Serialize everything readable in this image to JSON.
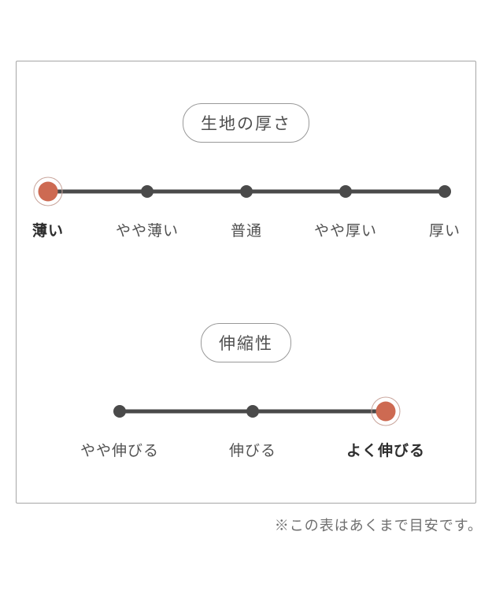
{
  "colors": {
    "accent": "#cd6a52",
    "accent_ring": "#c8a49b",
    "track": "#4a4a4a",
    "panel_border": "#a6a6a6",
    "pill_border": "#999999",
    "pill_text": "#4f4f4f",
    "label": "#515151",
    "label_selected": "#2e2e2e",
    "note": "#6f6f6f"
  },
  "scales": [
    {
      "id": "thickness",
      "title": "生地の厚さ",
      "options": [
        {
          "label": "薄い",
          "selected": true
        },
        {
          "label": "やや薄い",
          "selected": false
        },
        {
          "label": "普通",
          "selected": false
        },
        {
          "label": "やや厚い",
          "selected": false
        },
        {
          "label": "厚い",
          "selected": false
        }
      ]
    },
    {
      "id": "stretch",
      "title": "伸縮性",
      "options": [
        {
          "label": "やや伸びる",
          "selected": false
        },
        {
          "label": "伸びる",
          "selected": false
        },
        {
          "label": "よく伸びる",
          "selected": true
        }
      ]
    }
  ],
  "note": "※この表はあくまで目安です。"
}
